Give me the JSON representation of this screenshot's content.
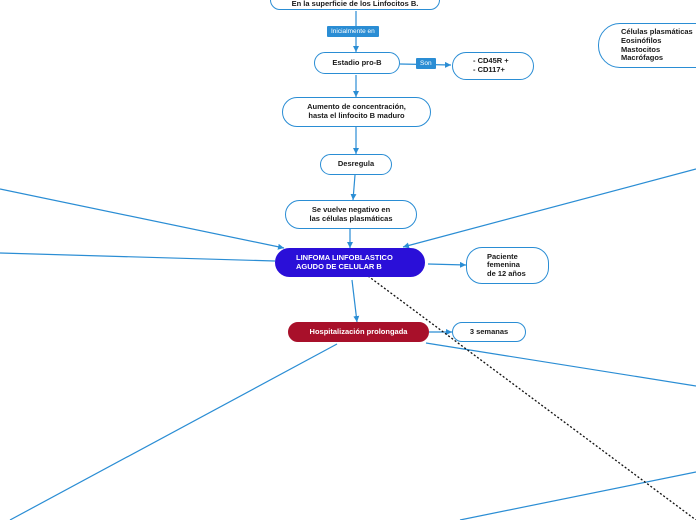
{
  "nodes": {
    "top": "En la superficie de los Linfocitos B.",
    "pro_b": "Estadio pro-B",
    "markers": "- CD45R +\n- CD117+",
    "concentration": "Aumento de concentración,\nhasta el linfocito B maduro",
    "deregulates": "Desregula",
    "negative": "Se vuelve negativo en\nlas células plasmáticas",
    "main": "LINFOMA LINFOBLASTICO\nAGUDO DE CELULAR B",
    "patient": "Paciente\nfemenina\nde 12 años",
    "hospital": "Hospitalización prolongada",
    "weeks": "3 semanas",
    "cells": "Células plasmáticas\nEosinófilos\nMastocitos\nMacrófagos"
  },
  "labels": {
    "initially": "Inicialmente en",
    "are": "Son"
  },
  "colors": {
    "line": "#2a8dd4",
    "main_node": "#2a0fd8",
    "hospital_node": "#a8102a",
    "dotted": "#111111"
  }
}
